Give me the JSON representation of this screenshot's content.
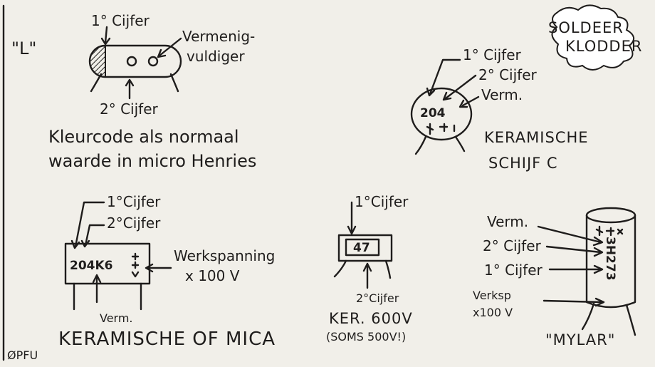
{
  "inductor": {
    "mark": "\"L\"",
    "digit1": "1° Cijfer",
    "multiplier_line1": "Vermenig-",
    "multiplier_line2": "vuldiger",
    "digit2": "2° Cijfer",
    "note_line1": "Kleurcode als normaal",
    "note_line2": "waarde in micro Henries"
  },
  "solder": {
    "line1": "SOLDEER",
    "line2": "KLODDER"
  },
  "ceramic_disc": {
    "digit1": "1° Cijfer",
    "digit2": "2° Cijfer",
    "multiplier": "Verm.",
    "code": "204",
    "title_line1": "KERAMISCHE",
    "title_line2": "SCHIJF C"
  },
  "ceramic_mica": {
    "digit1": "1°Cijfer",
    "digit2": "2°Cijfer",
    "code": "204K6",
    "voltage_line1": "Werkspanning",
    "voltage_line2": "x 100 V",
    "multiplier": "Verm.",
    "title": "KERAMISCHE OF MICA"
  },
  "ceramic_600": {
    "digit1": "1°Cijfer",
    "code": "47",
    "digit2": "2°Cijfer",
    "title_line1": "KER. 600V",
    "title_line2": "(SOMS 500V!)"
  },
  "mylar": {
    "multiplier": "Verm.",
    "digit2": "2° Cijfer",
    "digit1": "1° Cijfer",
    "voltage_line1": "Verksp",
    "voltage_line2": "x100 V",
    "code": "3H273",
    "title": "\"MYLAR\""
  },
  "corner_mark": "ØPFU"
}
